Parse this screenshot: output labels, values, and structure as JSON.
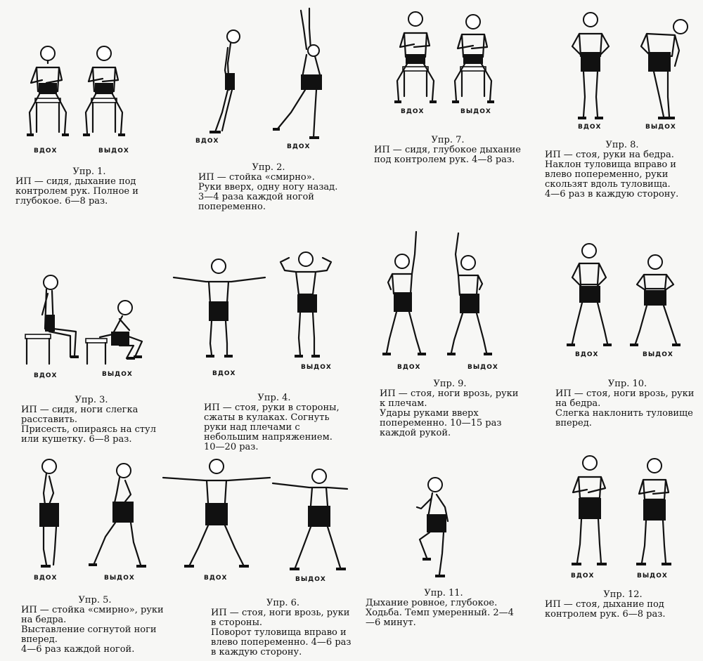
{
  "exercises": [
    {
      "title": "Упр. 1.",
      "labels": [
        "ВДОХ",
        "ВЫДОХ"
      ],
      "text": [
        "ИП — сидя, дыхание под контролем рук. Полное и глубокое. 6—8 раз."
      ]
    },
    {
      "title": "Упр. 2.",
      "labels": [
        "ВДОХ",
        "ВДОХ"
      ],
      "text": [
        "ИП — стойка «смирно». Руки вверх, одну ногу назад. 3—4 раза каждой ногой попеременно."
      ]
    },
    {
      "title": "Упр. 3.",
      "labels": [
        "ВДОХ",
        "ВЫДОХ"
      ],
      "text": [
        "ИП — сидя, ноги слегка расставить.",
        "Присесть, опираясь на стул или кушетку. 6—8 раз."
      ]
    },
    {
      "title": "Упр. 4.",
      "labels": [
        "ВДОХ",
        "ВЫДОХ"
      ],
      "text": [
        "ИП — стоя, руки в стороны, сжаты в кулаках. Согнуть руки над плечами с небольшим напряжением. 10—20 раз."
      ]
    },
    {
      "title": "Упр. 5.",
      "labels": [
        "ВДОХ",
        "ВЫДОХ"
      ],
      "text": [
        "ИП — стойка «смирно», руки на бедра.",
        "Выставление согнутой ноги вперед.",
        "4—6 раз каждой ногой."
      ]
    },
    {
      "title": "Упр. 6.",
      "labels": [
        "ВДОХ",
        "ВЫДОХ"
      ],
      "text": [
        "ИП — стоя, ноги врозь, руки в стороны.",
        "Поворот туловища вправо и влево попеременно. 4—6 раз в каждую сторону."
      ]
    },
    {
      "title": "Упр. 7.",
      "labels": [
        "ВДОХ",
        "ВЫДОХ"
      ],
      "text": [
        "ИП — сидя, глубокое дыхание под контролем рук. 4—8 раз."
      ]
    },
    {
      "title": "Упр. 8.",
      "labels": [
        "ВДОХ",
        "ВЫДОХ"
      ],
      "text": [
        "ИП — стоя, руки на бедра. Наклон туловища вправо и влево попеременно, руки скользят вдоль туловища.",
        "4—6 раз в каждую сторону."
      ]
    },
    {
      "title": "Упр. 9.",
      "labels": [
        "ВДОХ",
        "ВЫДОХ"
      ],
      "text": [
        "ИП — стоя, ноги врозь, руки к плечам.",
        "Удары руками вверх попеременно. 10—15 раз каждой рукой."
      ]
    },
    {
      "title": "Упр. 10.",
      "labels": [
        "ВДОХ",
        "ВЫДОХ"
      ],
      "text": [
        "ИП — стоя, ноги врозь, руки на бедра.",
        "Слегка наклонить туловище вперед."
      ]
    },
    {
      "title": "Упр. 11.",
      "labels": [],
      "text": [
        "Дыхание ровное, глубокое. Ходьба. Темп умеренный. 2—4—6 минут."
      ]
    },
    {
      "title": "Упр. 12.",
      "labels": [
        "ВДОХ",
        "ВЫДОХ"
      ],
      "text": [
        "ИП — стоя, дыхание под контролем рук. 6—8 раз."
      ]
    }
  ]
}
